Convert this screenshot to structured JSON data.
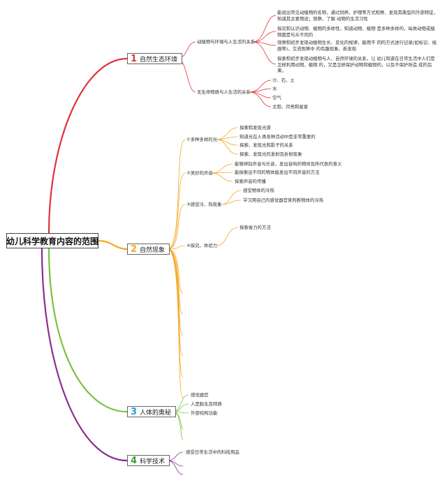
{
  "root": "幼儿科学教育内容的范围",
  "colors": {
    "b1": "#e0323c",
    "b2": "#f5a623",
    "b3": "#7ac143",
    "b4": "#8b2f8f",
    "n1": "#e0323c",
    "n2": "#f5a623",
    "n3": "#2aa0d8",
    "n4": "#3a9e3a"
  },
  "branches": [
    {
      "num": "1",
      "label": "自然生态环境",
      "subs": [
        {
          "label": "动植物与环境与人生活的关系",
          "leaves": [
            "能说出常见动植物的名称，通过饲养、护理等方式观察、发现其典型的外部特征，知道其主要用途；观察、了解 动物的生活习性",
            "探究和认识动物、植物的多样性，知道动物、植物 是多种多样的，每类动物或植物都是与众不同的",
            "观察和初步发现动植物生长、变化的规律，能用不 同的方式进行记录(如标记、绘画等)，交流观察中 的有趣现象、新发现",
            "探索和初步发现动植物与人、自然环境的关系，让 幼儿知道在日常生活中人们是怎样利用动物、植物 的，又是怎样保护动物和植物的，以及不保护所造 成的后果。"
          ]
        },
        {
          "label": "无生命物质与人生活的关系",
          "leaves": [
            "沙、石、土",
            "水",
            "空气",
            "太阳、月亮和星星"
          ]
        }
      ]
    },
    {
      "num": "2",
      "label": "自然现象",
      "subs": [
        {
          "label": "①多种多样的光",
          "leaves": [
            "探索和发现光源",
            "知道光在人类各种活动中是非常重要的",
            "探索、发现光和影子的关系",
            "探索、发现光的发射及折射现象"
          ]
        },
        {
          "label": "②美妙的声音",
          "leaves": [
            "能够辨别声音与乐音，发出音响的物体及所代表的意义",
            "能探索出不同的物体能发出不同声音的方法",
            "探索声音的传播"
          ]
        },
        {
          "label": "③感受冷、热现象",
          "leaves": [
            "感受物体的冷热",
            "学习用自己的感觉器官来判断物体的冷热"
          ]
        },
        {
          "label": "④探究、体验力",
          "leaves": [
            "探索省力的方法"
          ]
        }
      ]
    },
    {
      "num": "3",
      "label": "人体的奥秘",
      "leaves": [
        "感觉器官",
        "人是胎生及特质",
        "外部结构功能"
      ]
    },
    {
      "num": "4",
      "label": "科学技术",
      "leaves": [
        "感受日常生活中的科技用品"
      ]
    }
  ]
}
